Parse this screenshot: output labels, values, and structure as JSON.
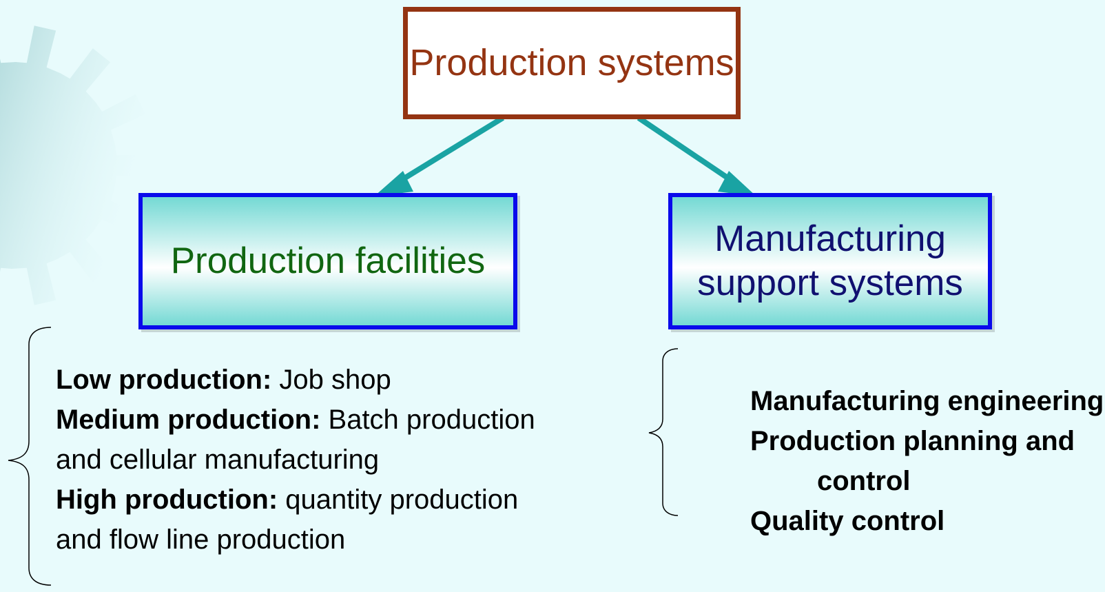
{
  "colors": {
    "background": "#e8fbfc",
    "root_border": "#943412",
    "root_text": "#943412",
    "box_border": "#0a0aeb",
    "box_gradient": "#74d9d4",
    "facilities_text": "#116611",
    "support_text": "#101070",
    "arrow": "#1aa3a3",
    "gear": "#5fa9ac"
  },
  "decoration": {
    "icon": "gear-icon"
  },
  "diagram": {
    "root": {
      "label": "Production systems"
    },
    "facilities": {
      "label": "Production facilities",
      "items": [
        {
          "bold": "Low production:",
          "text": " Job shop"
        },
        {
          "bold": "Medium production:",
          "text": " Batch production"
        },
        {
          "bold": "",
          "text": "and cellular manufacturing"
        },
        {
          "bold": "High production:",
          "text": " quantity production"
        },
        {
          "bold": "",
          "text": "and flow line production"
        }
      ]
    },
    "support": {
      "label_line1": "Manufacturing",
      "label_line2": "support systems",
      "items": [
        "Manufacturing engineering",
        "Production planning and",
        "control",
        "Quality control"
      ]
    }
  }
}
